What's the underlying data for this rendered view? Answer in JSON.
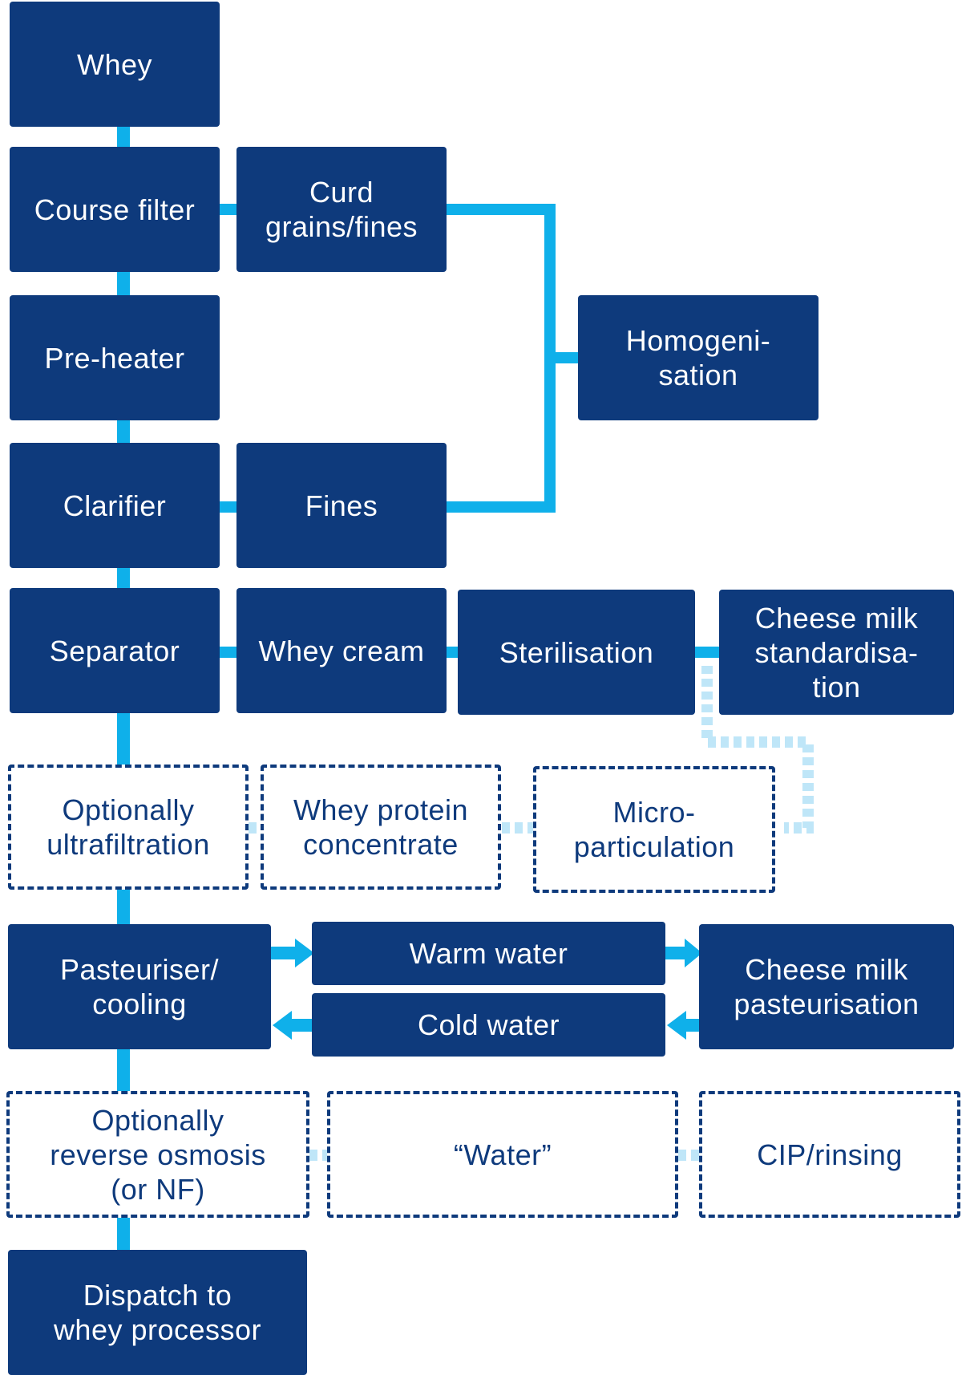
{
  "colors": {
    "node_fill": "#0e3a7c",
    "connector": "#0fb0ea",
    "optional_connector": "#bfe6f8",
    "optional_border": "#0e3a7c"
  },
  "nodes": {
    "whey": "Whey",
    "course_filter": "Course filter",
    "curd_grains": "Curd\ngrains/fines",
    "homogenisation": "Homogeni-\nsation",
    "pre_heater": "Pre-heater",
    "clarifier": "Clarifier",
    "fines": "Fines",
    "separator": "Separator",
    "whey_cream": "Whey cream",
    "sterilisation": "Sterilisation",
    "cheese_milk_standardisation": "Cheese milk\nstandardisa-\ntion",
    "optionally_ultrafiltration": "Optionally\nultrafiltration",
    "whey_protein_concentrate": "Whey protein\nconcentrate",
    "micro_particulation": "Micro-\nparticulation",
    "pasteuriser_cooling": "Pasteuriser/\ncooling",
    "warm_water": "Warm water",
    "cold_water": "Cold water",
    "cheese_milk_pasteurisation": "Cheese milk\npasteurisation",
    "optionally_reverse_osmosis": "Optionally\nreverse osmosis\n(or NF)",
    "water": "“Water”",
    "cip_rinsing": "CIP/rinsing",
    "dispatch": "Dispatch to\nwhey processor"
  }
}
